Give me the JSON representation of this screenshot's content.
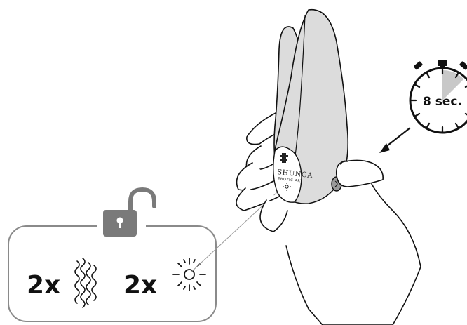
{
  "timer": {
    "label": "8 sec.",
    "elapsed_fraction": 0.125
  },
  "unlock_box": {
    "vibration_count": "2x",
    "light_count": "2x",
    "icons": [
      "open-padlock-icon",
      "vibration-icon",
      "light-icon"
    ]
  },
  "device": {
    "brand": "SHUNGA",
    "subtitle": "EROTIC ART"
  },
  "colors": {
    "device_body": "#dcdcdc",
    "outline": "#111111",
    "box_border": "#8a8a8a",
    "padlock": "#7a7a7a",
    "timer_wedge": "#c8c8c8"
  }
}
